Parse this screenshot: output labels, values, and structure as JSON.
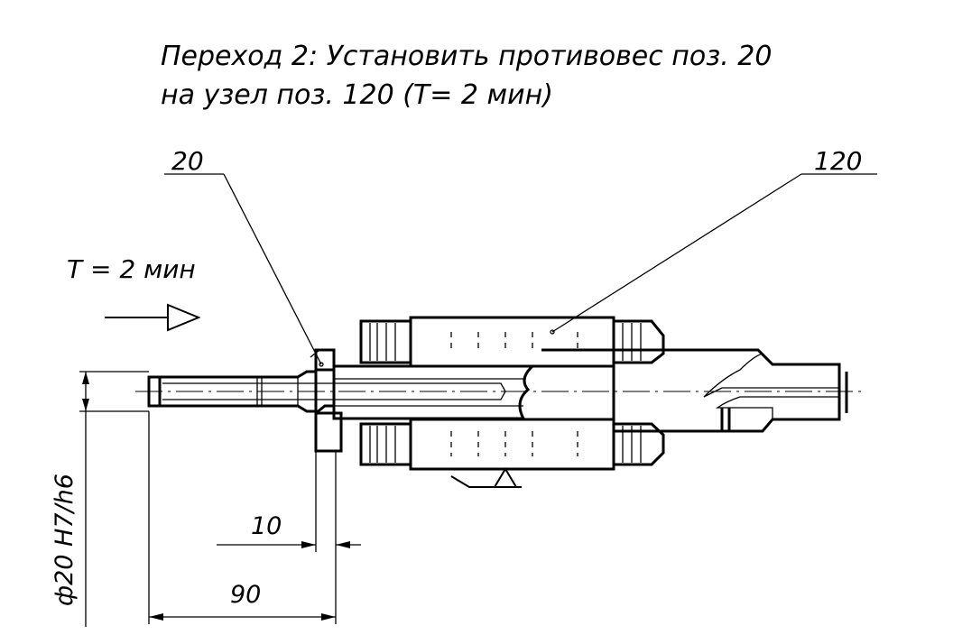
{
  "title": {
    "line1": "Переход 2: Установить противовес поз. 20",
    "line2": "на узел поз. 120 (T= 2 мин)"
  },
  "callouts": {
    "left": "20",
    "right": "120"
  },
  "time_label": "T = 2 мин",
  "dimensions": {
    "fit": "ф20 H7/h6",
    "d10": "10",
    "d90": "90"
  },
  "colors": {
    "line": "#000000",
    "background": "#ffffff"
  }
}
